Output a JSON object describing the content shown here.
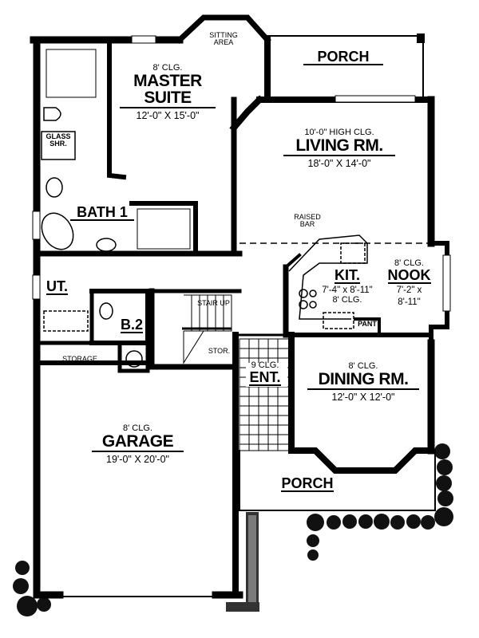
{
  "plan": {
    "colors": {
      "wall": "#000000",
      "background": "#ffffff",
      "fixture_line": "#000000"
    },
    "rooms": {
      "master_suite": {
        "ceiling": "8' CLG.",
        "name_line1": "MASTER",
        "name_line2": "SUITE",
        "dimensions": "12'-0\" X 15'-0\""
      },
      "sitting_area": {
        "line1": "SITTING",
        "line2": "AREA"
      },
      "porch_rear": {
        "name": "PORCH"
      },
      "living": {
        "ceiling": "10'-0\" HIGH CLG.",
        "name": "LIVING RM.",
        "dimensions": "18'-0\" X 14'-0\""
      },
      "glass_shower": {
        "line1": "GLASS",
        "line2": "SHR."
      },
      "bath1": {
        "name": "BATH 1"
      },
      "raised_bar": {
        "line1": "RAISED",
        "line2": "BAR"
      },
      "kitchen": {
        "name": "KIT.",
        "dimensions": "7'-4\" x 8'-11\"",
        "ceiling": "8' CLG."
      },
      "nook": {
        "ceiling": "8' CLG.",
        "name": "NOOK",
        "dim_line1": "7'-2\" x",
        "dim_line2": "8'-11\""
      },
      "pantry": {
        "name": "PANT"
      },
      "utility": {
        "name": "UT."
      },
      "bath2": {
        "name": "B.2"
      },
      "stair": {
        "name": "STAIR UP"
      },
      "storage_small": {
        "name": "STOR."
      },
      "storage": {
        "name": "STORAGE"
      },
      "entry": {
        "ceiling": "9 CLG.",
        "name": "ENT."
      },
      "dining": {
        "ceiling": "8' CLG.",
        "name": "DINING RM.",
        "dimensions": "12'-0\" X 12'-0\""
      },
      "garage": {
        "ceiling": "8' CLG.",
        "name": "GARAGE",
        "dimensions": "19'-0\" X 20'-0\""
      },
      "porch_front": {
        "name": "PORCH"
      }
    }
  }
}
